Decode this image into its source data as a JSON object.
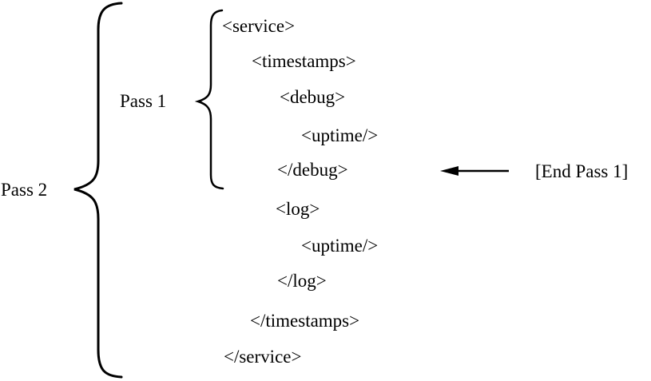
{
  "diagram": {
    "pass2_label": "Pass 2",
    "pass1_label": "Pass 1",
    "end_pass1_label": "[End Pass 1]",
    "colors": {
      "ink": "#000000",
      "background": "#ffffff"
    },
    "icons": {
      "arrow": "left-arrow"
    },
    "code_lines": [
      {
        "text": "<service>"
      },
      {
        "text": "<timestamps>"
      },
      {
        "text": "<debug>"
      },
      {
        "text": "<uptime/>"
      },
      {
        "text": "</debug>"
      },
      {
        "text": "<log>"
      },
      {
        "text": "<uptime/>"
      },
      {
        "text": "</log>"
      },
      {
        "text": "</timestamps>"
      },
      {
        "text": "</service>"
      }
    ]
  }
}
